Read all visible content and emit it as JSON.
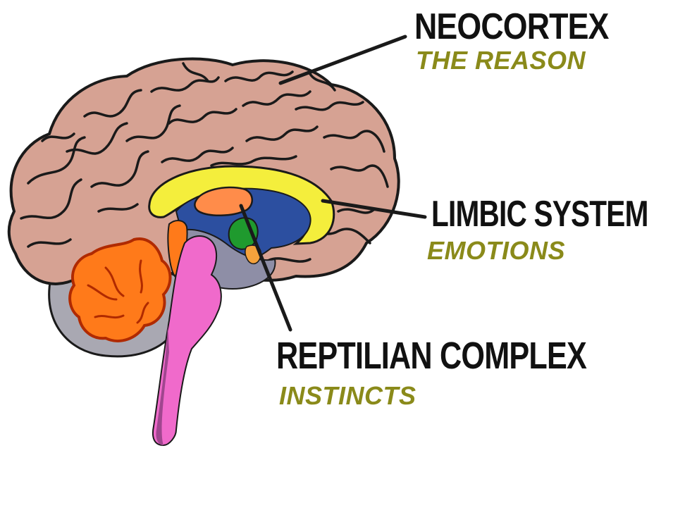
{
  "labels": {
    "neocortex": {
      "title": "NEOCORTEX",
      "subtitle": "THE REASON"
    },
    "limbic": {
      "title": "LIMBIC SYSTEM",
      "subtitle": "EMOTIONS"
    },
    "reptilian": {
      "title": "REPTILIAN COMPLEX",
      "subtitle": "INSTINCTS"
    }
  },
  "colors": {
    "cortex": "#d6a293",
    "cortex_outline": "#1a1a1a",
    "limbic_yellow": "#f4ee3c",
    "inner_blue": "#2c4fa0",
    "cerebellum": "#ff7a1a",
    "brainstem": "#f06acb",
    "brainstem_dark": "#a0468f",
    "thalamus": "#ff8c4a",
    "amygdala_green": "#1f9a2e",
    "shade_gray": "#9c9ba6",
    "subtitle": "#8a8a1a"
  }
}
